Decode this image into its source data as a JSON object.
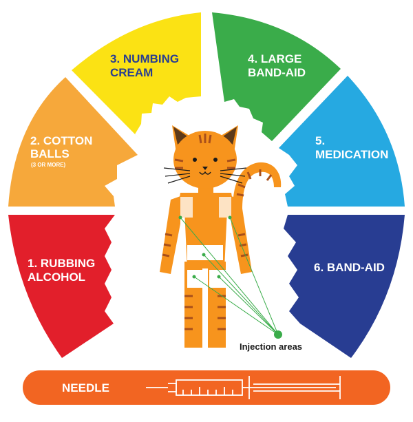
{
  "colors": {
    "rubbing_alcohol": "#e21f2b",
    "cotton_balls": "#f6a83b",
    "numbing_cream": "#fbe214",
    "large_band_aid": "#3aac4a",
    "medication": "#26a9e1",
    "band_aid": "#283d92",
    "needle_bar": "#f26522",
    "cat_orange": "#f7941d",
    "cat_stripe": "#a84f1b",
    "injection_dot": "#3aac4a"
  },
  "segments": [
    {
      "id": "rubbing_alcohol",
      "lines": [
        "1. RUBBING",
        "ALCOHOL"
      ],
      "sub": ""
    },
    {
      "id": "cotton_balls",
      "lines": [
        "2. COTTON",
        "BALLS"
      ],
      "sub": "(3 OR MORE)"
    },
    {
      "id": "numbing_cream",
      "lines": [
        "3. NUMBING",
        "CREAM"
      ],
      "sub": ""
    },
    {
      "id": "large_band_aid",
      "lines": [
        "4. LARGE",
        "BAND-AID"
      ],
      "sub": ""
    },
    {
      "id": "medication",
      "lines": [
        "5.",
        "MEDICATION"
      ],
      "sub": ""
    },
    {
      "id": "band_aid",
      "lines": [
        "6. BAND-AID"
      ],
      "sub": ""
    }
  ],
  "injection": {
    "label": "Injection areas"
  },
  "needle": {
    "label": "NEEDLE",
    "icon": "syringe-icon"
  }
}
